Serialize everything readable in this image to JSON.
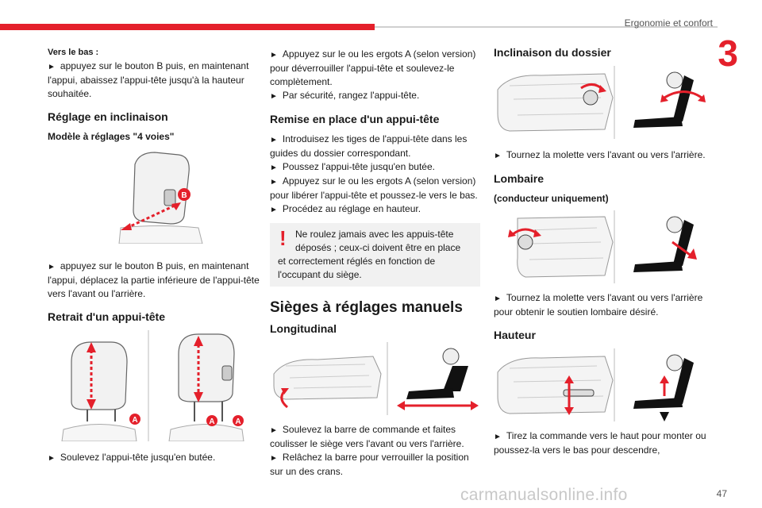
{
  "header": {
    "chapter_title": "Ergonomie et confort",
    "chapter_number": "3"
  },
  "footer": {
    "page_number": "47",
    "watermark": "carmanualsonline.info"
  },
  "col1": {
    "vers_le_bas_label": "Vers le bas :",
    "vers_le_bas_text": "appuyez sur le bouton B puis, en maintenant l'appui, abaissez l'appui-tête jusqu'à la hauteur souhaitée.",
    "reglage_title": "Réglage en inclinaison",
    "modele_title": "Modèle à réglages \"4 voies\"",
    "fig_b_label": "B",
    "reglage_text": "appuyez sur le bouton B puis, en maintenant l'appui, déplacez la partie inférieure de l'appui-tête vers l'avant ou l'arrière.",
    "retrait_title": "Retrait d'un appui-tête",
    "fig_a_label": "A",
    "retrait_text": "Soulevez l'appui-tête jusqu'en butée."
  },
  "col2": {
    "p1": "Appuyez sur le ou les ergots A (selon version) pour déverrouiller l'appui-tête et soulevez-le complètement.",
    "p2": "Par sécurité, rangez l'appui-tête.",
    "remise_title": "Remise en place d'un appui-tête",
    "r1": "Introduisez les tiges de l'appui-tête dans les guides du dossier correspondant.",
    "r2": "Poussez l'appui-tête jusqu'en butée.",
    "r3": "Appuyez sur le ou les ergots A (selon version) pour libérer l'appui-tête et poussez-le vers le bas.",
    "r4": "Procédez au réglage en hauteur.",
    "warning_line1": "Ne roulez jamais avec les appuis-tête",
    "warning_line2": "déposés ; ceux-ci doivent être en place",
    "warning_line3": "et correctement réglés en fonction de l'occupant du siège.",
    "sieges_title": "Sièges à réglages manuels",
    "longitudinal_title": "Longitudinal",
    "l1": "Soulevez la barre de commande et faites coulisser le siège vers l'avant ou vers l'arrière.",
    "l2": "Relâchez la barre pour verrouiller la position sur un des crans."
  },
  "col3": {
    "inclinaison_title": "Inclinaison du dossier",
    "i1": "Tournez la molette vers l'avant ou vers l'arrière.",
    "lombaire_title": "Lombaire",
    "lombaire_sub": "(conducteur uniquement)",
    "lo1": "Tournez la molette vers l'avant ou vers l'arrière pour obtenir le soutien lombaire désiré.",
    "hauteur_title": "Hauteur",
    "h1": "Tirez la commande vers le haut pour monter ou poussez-la vers le bas pour descendre,"
  },
  "bullet": "►",
  "colors": {
    "accent": "#e4202b",
    "warning_bg": "#f1f1f1"
  }
}
